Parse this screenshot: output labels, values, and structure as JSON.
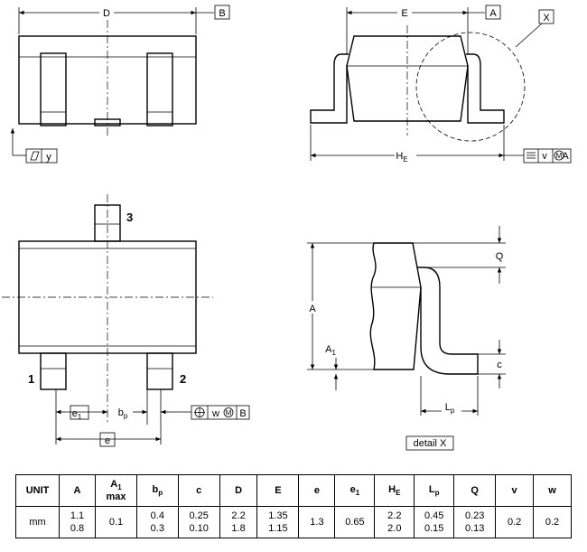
{
  "labels": {
    "D": "D",
    "B": "B",
    "E": "E",
    "A_datum": "A",
    "X": "X",
    "y": "y",
    "HE_main": "H",
    "HE_sub": "E",
    "tol_v": "v",
    "tol_M": "M",
    "tol_A": "A",
    "pin1": "1",
    "pin2": "2",
    "pin3": "3",
    "e1_main": "e",
    "e1_sub": "1",
    "bp_main": "b",
    "bp_sub": "p",
    "w": "w",
    "wM": "M",
    "wB": "B",
    "e": "e",
    "A": "A",
    "A1_main": "A",
    "A1_sub": "1",
    "Q": "Q",
    "c": "c",
    "Lp_main": "L",
    "Lp_sub": "p",
    "detail": "detail X"
  },
  "table": {
    "headers": [
      {
        "main": "UNIT",
        "sub": "",
        "extra": ""
      },
      {
        "main": "A",
        "sub": "",
        "extra": ""
      },
      {
        "main": "A",
        "sub": "1",
        "extra": "max"
      },
      {
        "main": "b",
        "sub": "p",
        "extra": ""
      },
      {
        "main": "c",
        "sub": "",
        "extra": ""
      },
      {
        "main": "D",
        "sub": "",
        "extra": ""
      },
      {
        "main": "E",
        "sub": "",
        "extra": ""
      },
      {
        "main": "e",
        "sub": "",
        "extra": ""
      },
      {
        "main": "e",
        "sub": "1",
        "extra": ""
      },
      {
        "main": "H",
        "sub": "E",
        "extra": ""
      },
      {
        "main": "L",
        "sub": "p",
        "extra": ""
      },
      {
        "main": "Q",
        "sub": "",
        "extra": ""
      },
      {
        "main": "v",
        "sub": "",
        "extra": ""
      },
      {
        "main": "w",
        "sub": "",
        "extra": ""
      }
    ],
    "row": [
      [
        "mm"
      ],
      [
        "1.1",
        "0.8"
      ],
      [
        "0.1"
      ],
      [
        "0.4",
        "0.3"
      ],
      [
        "0.25",
        "0.10"
      ],
      [
        "2.2",
        "1.8"
      ],
      [
        "1.35",
        "1.15"
      ],
      [
        "1.3"
      ],
      [
        "0.65"
      ],
      [
        "2.2",
        "2.0"
      ],
      [
        "0.45",
        "0.15"
      ],
      [
        "0.23",
        "0.13"
      ],
      [
        "0.2"
      ],
      [
        "0.2"
      ]
    ]
  }
}
